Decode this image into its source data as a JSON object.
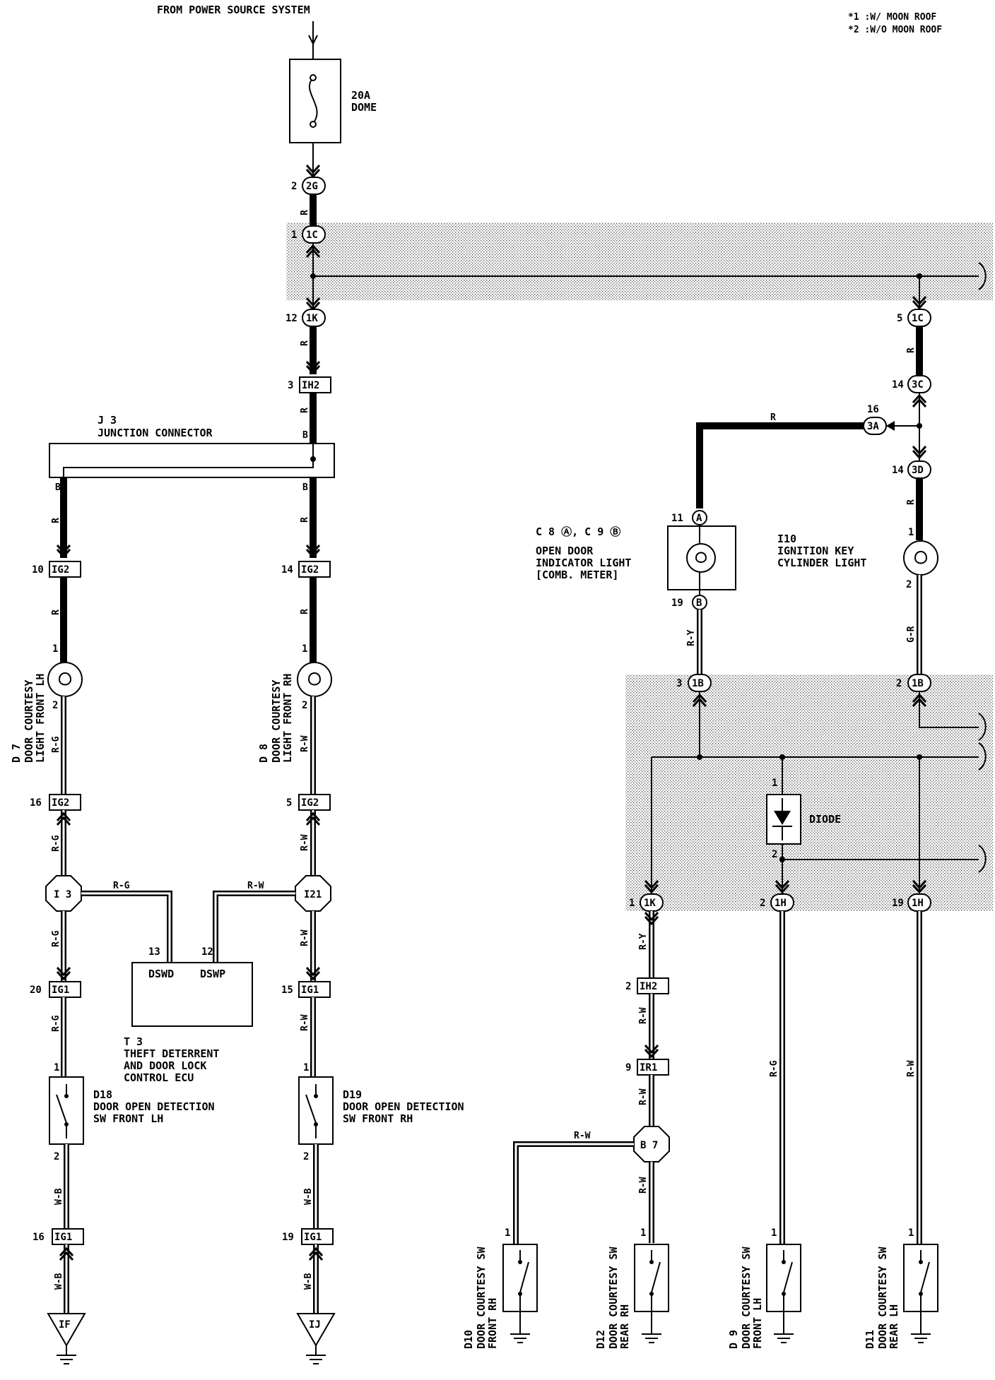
{
  "header": {
    "power_source": "FROM POWER SOURCE SYSTEM",
    "note1": "*1 :W/ MOON ROOF",
    "note2": "*2 :W/O MOON ROOF"
  },
  "fuse": {
    "rating": "20A",
    "name": "DOME"
  },
  "connectors": {
    "c2G": "2G",
    "c1C_top": "1C",
    "c1K_top": "1K",
    "cIH2_top": "IH2",
    "cIG2_a": "IG2",
    "cIG2_b": "IG2",
    "cIG2_c": "IG2",
    "cIG2_d": "IG2",
    "cIG1_a": "IG1",
    "cIG1_b": "IG1",
    "cIG1_c": "IG1",
    "cIG1_d": "IG1",
    "cI3": "I 3",
    "cI21": "I21",
    "cIF": "IF",
    "cIJ": "IJ",
    "c1C_right": "1C",
    "c3C": "3C",
    "c3A": "3A",
    "c3D": "3D",
    "cA": "A",
    "cB": "B",
    "c1B_a": "1B",
    "c1B_b": "1B",
    "c1K_low": "1K",
    "c1H_a": "1H",
    "c1H_b": "1H",
    "cIH2_low": "IH2",
    "cIR1": "IR1",
    "cB7": "B 7"
  },
  "pins": {
    "p2": "2",
    "p1": "1",
    "p12": "12",
    "p3": "3",
    "p10": "10",
    "p14": "14",
    "p16": "16",
    "p5": "5",
    "p20": "20",
    "p15": "15",
    "p19": "19",
    "p13": "13",
    "p11": "11",
    "p9": "9"
  },
  "wire_colors": {
    "R": "R",
    "B": "B",
    "RG": "R-G",
    "RW": "R-W",
    "WB": "W-B",
    "RY": "R-Y",
    "GR": "G-R"
  },
  "components": {
    "j3_id": "J 3",
    "j3_name": "JUNCTION CONNECTOR",
    "d7_id": "D 7",
    "d7_l1": "DOOR COURTESY",
    "d7_l2": "LIGHT FRONT LH",
    "d8_id": "D 8",
    "d8_l1": "DOOR COURTESY",
    "d8_l2": "LIGHT FRONT RH",
    "t3_id": "T 3",
    "t3_l1": "THEFT DETERRENT",
    "t3_l2": "AND DOOR LOCK",
    "t3_l3": "CONTROL ECU",
    "t3_dswd": "DSWD",
    "t3_dswp": "DSWP",
    "d18_id": "D18",
    "d18_l1": "DOOR OPEN DETECTION",
    "d18_l2": "SW FRONT LH",
    "d19_id": "D19",
    "d19_l1": "DOOR OPEN DETECTION",
    "d19_l2": "SW FRONT RH",
    "c8c9": "C 8 Ⓐ, C 9 Ⓑ",
    "odil_l1": "OPEN DOOR",
    "odil_l2": "INDICATOR LIGHT",
    "odil_l3": "[COMB. METER]",
    "i10_id": "I10",
    "i10_l1": "IGNITION KEY",
    "i10_l2": "CYLINDER LIGHT",
    "diode": "DIODE",
    "d10_id": "D10",
    "d10_l1": "DOOR COURTESY SW",
    "d10_l2": "FRONT RH",
    "d12_id": "D12",
    "d12_l1": "DOOR COURTESY SW",
    "d12_l2": "REAR RH",
    "d9_id": "D 9",
    "d9_l1": "DOOR COURTESY SW",
    "d9_l2": "FRONT LH",
    "d11_id": "D11",
    "d11_l1": "DOOR COURTESY SW",
    "d11_l2": "REAR LH"
  }
}
